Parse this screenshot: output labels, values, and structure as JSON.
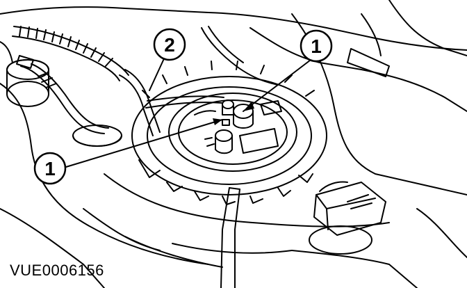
{
  "callouts": [
    {
      "id": "callout-1-top",
      "label": "1"
    },
    {
      "id": "callout-2",
      "label": "2"
    },
    {
      "id": "callout-1-left",
      "label": "1"
    }
  ],
  "figure_code": "VUE0006156",
  "colors": {
    "ink": "#000000",
    "paper": "#ffffff"
  }
}
